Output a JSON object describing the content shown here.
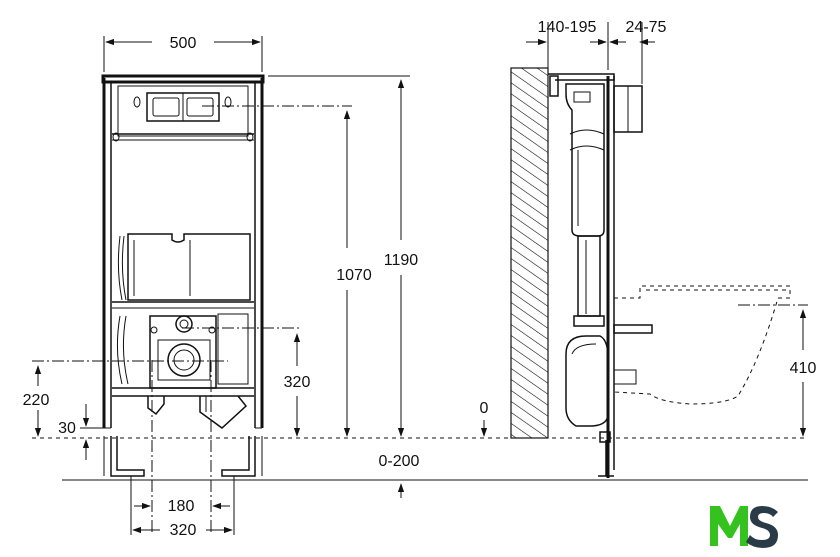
{
  "dimensions": {
    "width_frame": "500",
    "wall_distance": "140-195",
    "panel_depth": "24-75",
    "height_total": "1190",
    "height_flush": "1070",
    "height_drain": "320",
    "height_side": "220",
    "height_30": "30",
    "floor_zero": "0",
    "floor_range": "0-200",
    "bolt_spacing": "180",
    "foot_spacing": "320",
    "bowl_height": "410"
  },
  "logo": {
    "text": "MS",
    "green": "#35c21f",
    "dark": "#2a3b47"
  }
}
